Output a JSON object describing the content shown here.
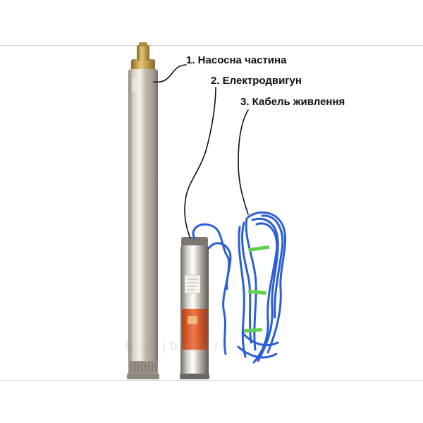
{
  "labels": {
    "pump_part": "1. Насосна частина",
    "motor": "2. Електродвигун",
    "power_cable": "3. Кабель живлення"
  },
  "watermark": "b.c  jbuyer",
  "colors": {
    "steel": "#c9c4bc",
    "brass": "#c8a24a",
    "cable_blue": "#2a5fd6",
    "label_red": "#e25b2a",
    "tie_green": "#5fd24a"
  }
}
